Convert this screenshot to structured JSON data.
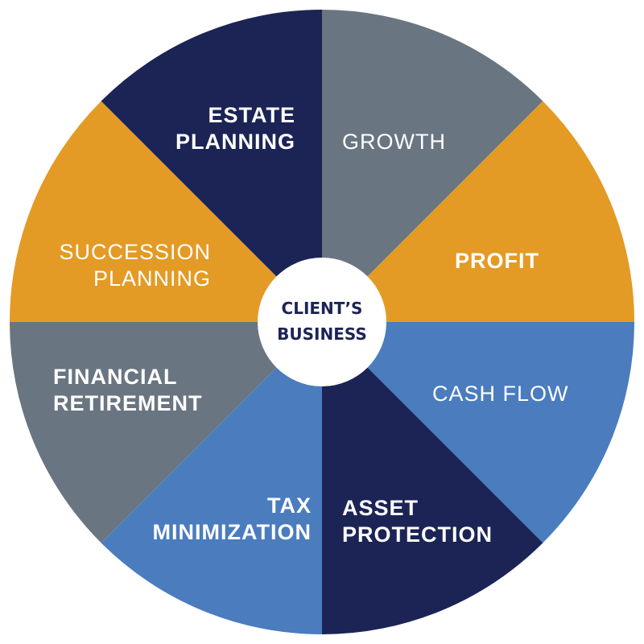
{
  "colors": {
    "navy": "#1b2455",
    "slate": "#6a7582",
    "gold": "#e39b25",
    "blue": "#4a7cbe",
    "center_fill": "#ffffff",
    "center_text": "#1b2455",
    "label_text": "#ffffff"
  },
  "center": {
    "line1": "CLIENT’S",
    "line2": "BUSINESS"
  },
  "segments": [
    {
      "id": "growth",
      "color": "slate",
      "lines": [
        "GROWTH"
      ]
    },
    {
      "id": "profit",
      "color": "gold",
      "lines": [
        "PROFIT"
      ]
    },
    {
      "id": "cash-flow",
      "color": "blue",
      "lines": [
        "CASH FLOW"
      ]
    },
    {
      "id": "asset-protection",
      "color": "navy",
      "lines": [
        "ASSET",
        "PROTECTION"
      ]
    },
    {
      "id": "tax-minimization",
      "color": "blue",
      "lines": [
        "TAX",
        "MINIMIZATION"
      ]
    },
    {
      "id": "financial-retirement",
      "color": "slate",
      "lines": [
        "FINANCIAL",
        "RETIREMENT"
      ]
    },
    {
      "id": "succession-planning",
      "color": "gold",
      "lines": [
        "SUCCESSION",
        "PLANNING"
      ]
    },
    {
      "id": "estate-planning",
      "color": "navy",
      "lines": [
        "ESTATE",
        "PLANNING"
      ]
    }
  ]
}
